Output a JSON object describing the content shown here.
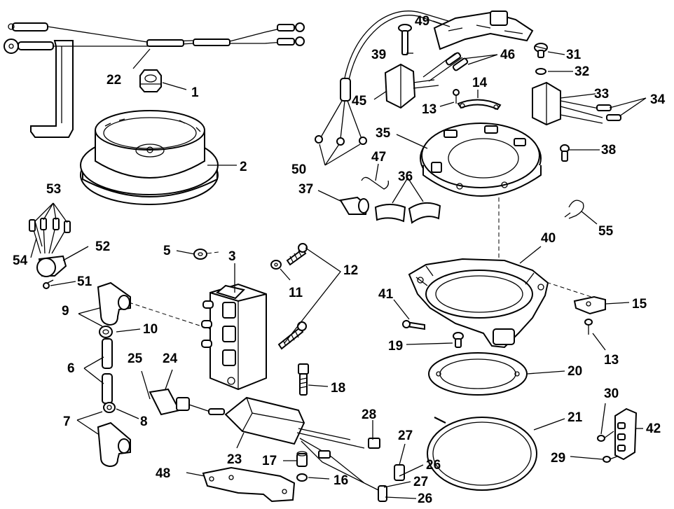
{
  "labels": [
    "1",
    "2",
    "3",
    "5",
    "6",
    "7",
    "8",
    "9",
    "10",
    "11",
    "12",
    "13",
    "13",
    "14",
    "15",
    "16",
    "17",
    "18",
    "19",
    "20",
    "21",
    "22",
    "23",
    "24",
    "25",
    "26",
    "26",
    "27",
    "27",
    "28",
    "29",
    "30",
    "31",
    "32",
    "33",
    "34",
    "35",
    "36",
    "37",
    "38",
    "39",
    "40",
    "41",
    "42",
    "45",
    "46",
    "47",
    "48",
    "49",
    "50",
    "51",
    "52",
    "53",
    "54",
    "55"
  ]
}
